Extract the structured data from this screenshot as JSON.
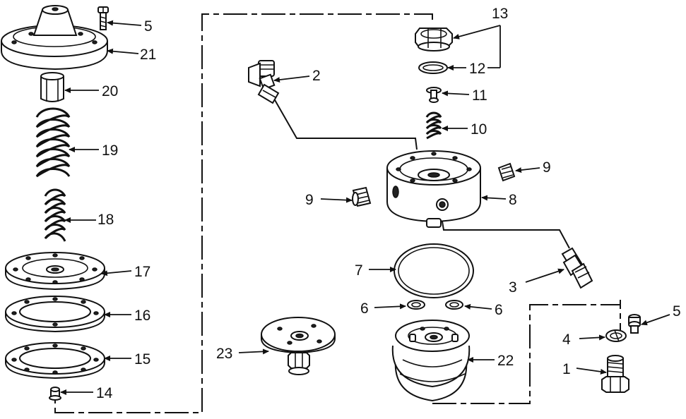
{
  "labels": {
    "p1": "1",
    "p2": "2",
    "p3": "3",
    "p4": "4",
    "p5a": "5",
    "p5b": "5",
    "p6a": "6",
    "p6b": "6",
    "p7": "7",
    "p8": "8",
    "p9a": "9",
    "p9b": "9",
    "p10": "10",
    "p11": "11",
    "p12": "12",
    "p13": "13",
    "p14": "14",
    "p15": "15",
    "p16": "16",
    "p17": "17",
    "p18": "18",
    "p19": "19",
    "p20": "20",
    "p21": "21",
    "p22": "22",
    "p23": "23"
  },
  "colors": {
    "ink": "#111111",
    "paper": "#ffffff"
  }
}
